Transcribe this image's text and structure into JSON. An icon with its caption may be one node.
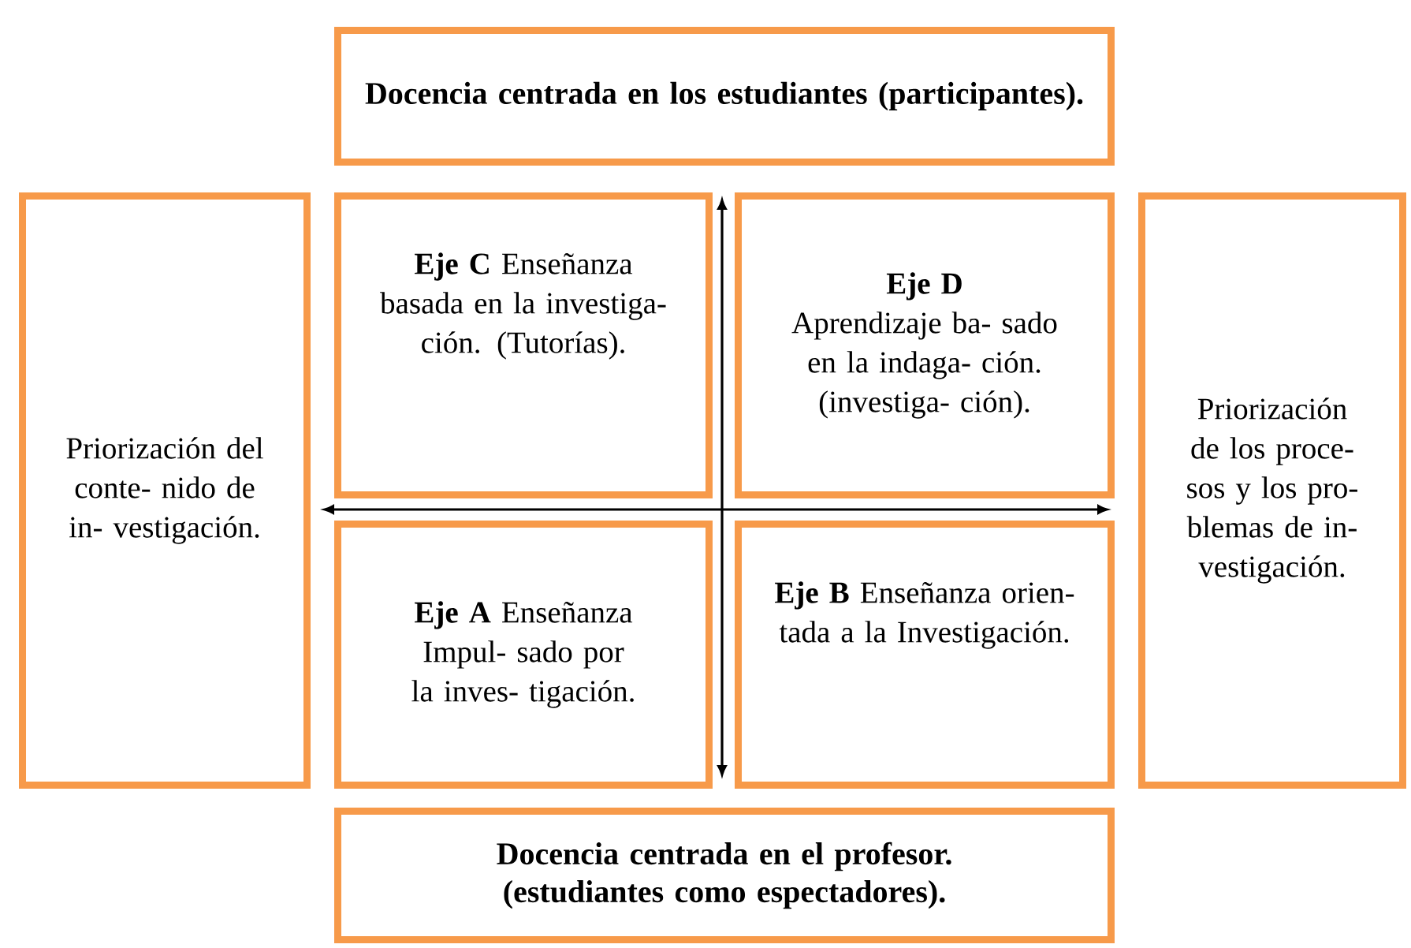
{
  "diagram": {
    "nodes": [
      {
        "text": [
          "Docencia centrada en los estudiantes (participantes)."
        ]
      },
      {
        "text": [
          "Priorización del conte- nido de in- vestigación."
        ]
      },
      {
        "text": [
          "**Eje C** Enseñanza basada en la investiga- ción. (Tutorías)."
        ]
      },
      {
        "text": [
          "Eje D",
          "Aprendizaje ba- sado en la indaga- ción. (investiga- ción)."
        ]
      },
      {
        "text": [
          "Priorización de los proce- sos y los pro- blemas de in- vestigación."
        ]
      },
      {
        "text": [
          "**Eje A** Enseñanza Impul- sado por la inves- tigación."
        ]
      },
      {
        "text": [
          "**Eje B** Enseñanza orien- tada a la Investigación."
        ]
      },
      {
        "text": [
          "Docencia centrada en el profesor. (estudiantes como espectadores)."
        ]
      }
    ]
  }
}
